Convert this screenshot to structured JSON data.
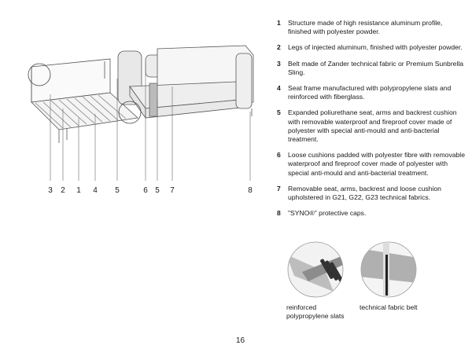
{
  "callouts": [
    "3",
    "2",
    "1",
    "4",
    "5",
    "6",
    "5",
    "7",
    "8"
  ],
  "features": [
    {
      "num": "1",
      "text": "Structure made of high resistance aluminum profile, finished with polyester powder."
    },
    {
      "num": "2",
      "text": "Legs of injected aluminum, finished with polyester powder."
    },
    {
      "num": "3",
      "text": "Belt made of Zander technical fabric or Premium Sunbrella Sling."
    },
    {
      "num": "4",
      "text": "Seat frame manufactured with polypropylene slats and reinforced with fiberglass."
    },
    {
      "num": "5",
      "text": "Expanded poliurethane seat, arms and backrest cushion with removable waterproof and fireproof cover made of polyester with special anti-mould and anti-bacterial treatment."
    },
    {
      "num": "6",
      "text": "Loose cushions padded with polyester fibre with removable waterproof and fireproof cover made of polyester with special anti-mould and anti-bacterial treatment."
    },
    {
      "num": "7",
      "text": "Removable seat, arms, backrest and loose cushion upholstered in G21, G22, G23 technical fabrics."
    },
    {
      "num": "8",
      "text": "\"SYNO®\" protective caps."
    }
  ],
  "details": [
    {
      "caption": "reinforced polypropylene slats",
      "icon": "slats-detail"
    },
    {
      "caption": "technical fabric belt",
      "icon": "belt-detail"
    }
  ],
  "page_number": "16"
}
